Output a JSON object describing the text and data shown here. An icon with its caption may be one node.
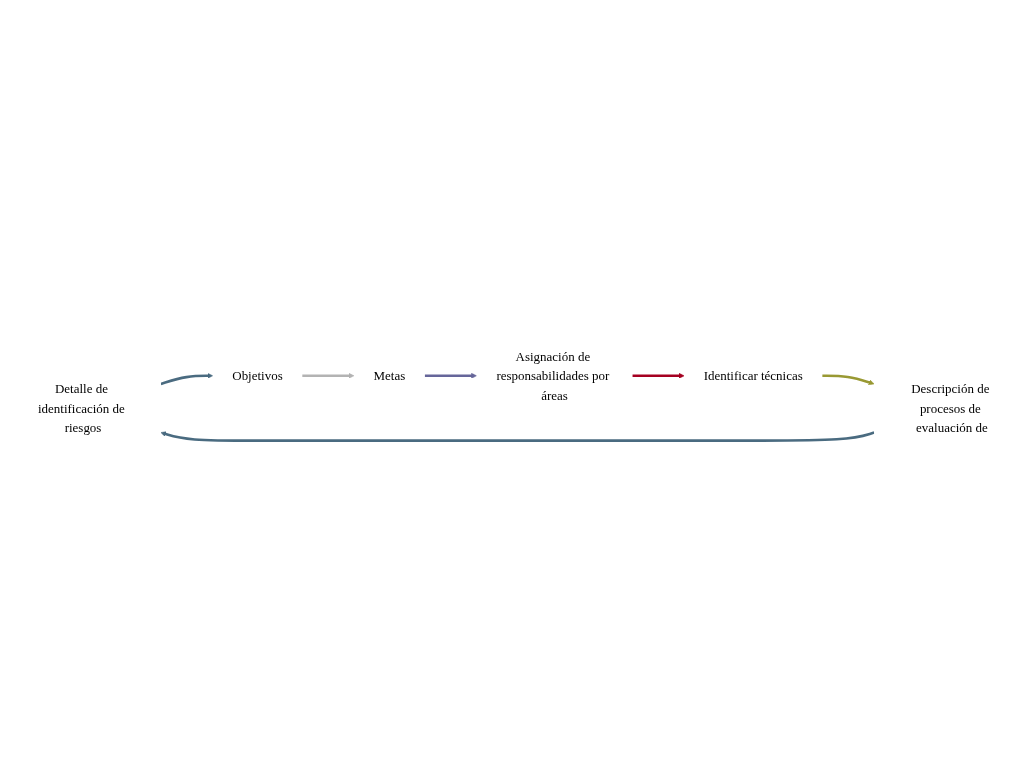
{
  "diagram": {
    "nodes": [
      {
        "text": [
          "Detalle de identificación de riesgos"
        ]
      },
      {
        "text": [
          "Objetivos"
        ]
      },
      {
        "text": [
          "Metas"
        ]
      },
      {
        "text": [
          "Asignación de responsabilidades por áreas"
        ]
      },
      {
        "text": [
          "Identificar técnicas"
        ]
      },
      {
        "text": [
          "Descripción de procesos de evaluación de"
        ]
      }
    ],
    "edges": [
      {
        "from": 0,
        "to": 1,
        "arrow": "to",
        "color": "#4a6b80"
      },
      {
        "from": 1,
        "to": 2,
        "arrow": "to",
        "color": "#b3b3b3"
      },
      {
        "from": 2,
        "to": 3,
        "arrow": "to",
        "color": "#66669a"
      },
      {
        "from": 3,
        "to": 4,
        "arrow": "to",
        "color": "#a50021"
      },
      {
        "from": 4,
        "to": 5,
        "arrow": "to",
        "color": "#999933"
      },
      {
        "from": 5,
        "to": 0,
        "arrow": "to",
        "color": "#4a6b80"
      }
    ]
  }
}
